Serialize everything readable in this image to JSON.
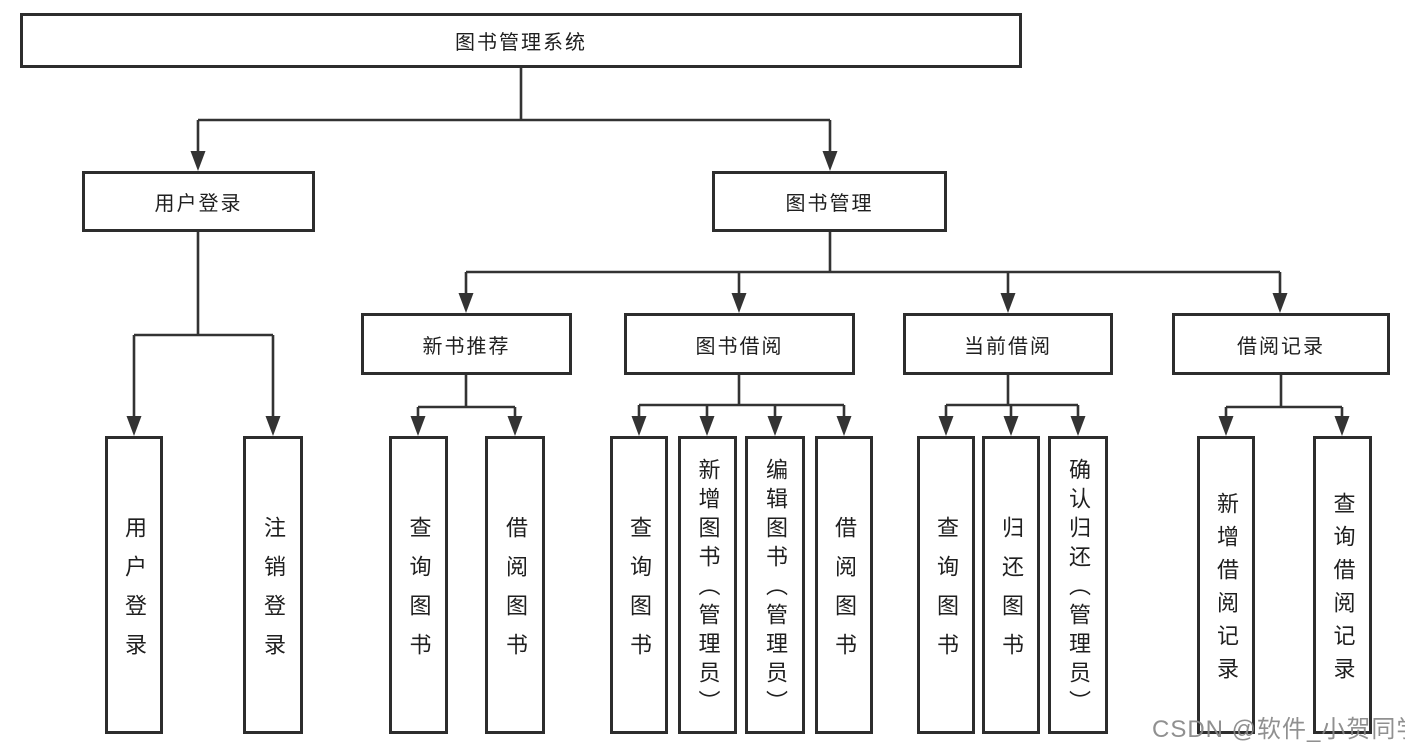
{
  "colors": {
    "background": "#ffffff",
    "line": "#333333",
    "node_border": "#2d2d2d",
    "text": "#1f1f1f",
    "watermark": "#878787"
  },
  "watermark": "CSDN @软件_小贺同学",
  "tree": {
    "root": {
      "label": "图书管理系统"
    },
    "children": [
      {
        "label": "用户登录",
        "children": [
          {
            "label": "用户登录"
          },
          {
            "label": "注销登录"
          }
        ]
      },
      {
        "label": "图书管理",
        "children": [
          {
            "label": "新书推荐",
            "children": [
              {
                "label": "查询图书"
              },
              {
                "label": "借阅图书"
              }
            ]
          },
          {
            "label": "图书借阅",
            "children": [
              {
                "label": "查询图书"
              },
              {
                "label": "新增图书（管理员）"
              },
              {
                "label": "编辑图书（管理员）"
              },
              {
                "label": "借阅图书"
              }
            ]
          },
          {
            "label": "当前借阅",
            "children": [
              {
                "label": "查询图书"
              },
              {
                "label": "归还图书"
              },
              {
                "label": "确认归还（管理员）"
              }
            ]
          },
          {
            "label": "借阅记录",
            "children": [
              {
                "label": "新增借阅记录"
              },
              {
                "label": "查询借阅记录"
              }
            ]
          }
        ]
      }
    ]
  }
}
